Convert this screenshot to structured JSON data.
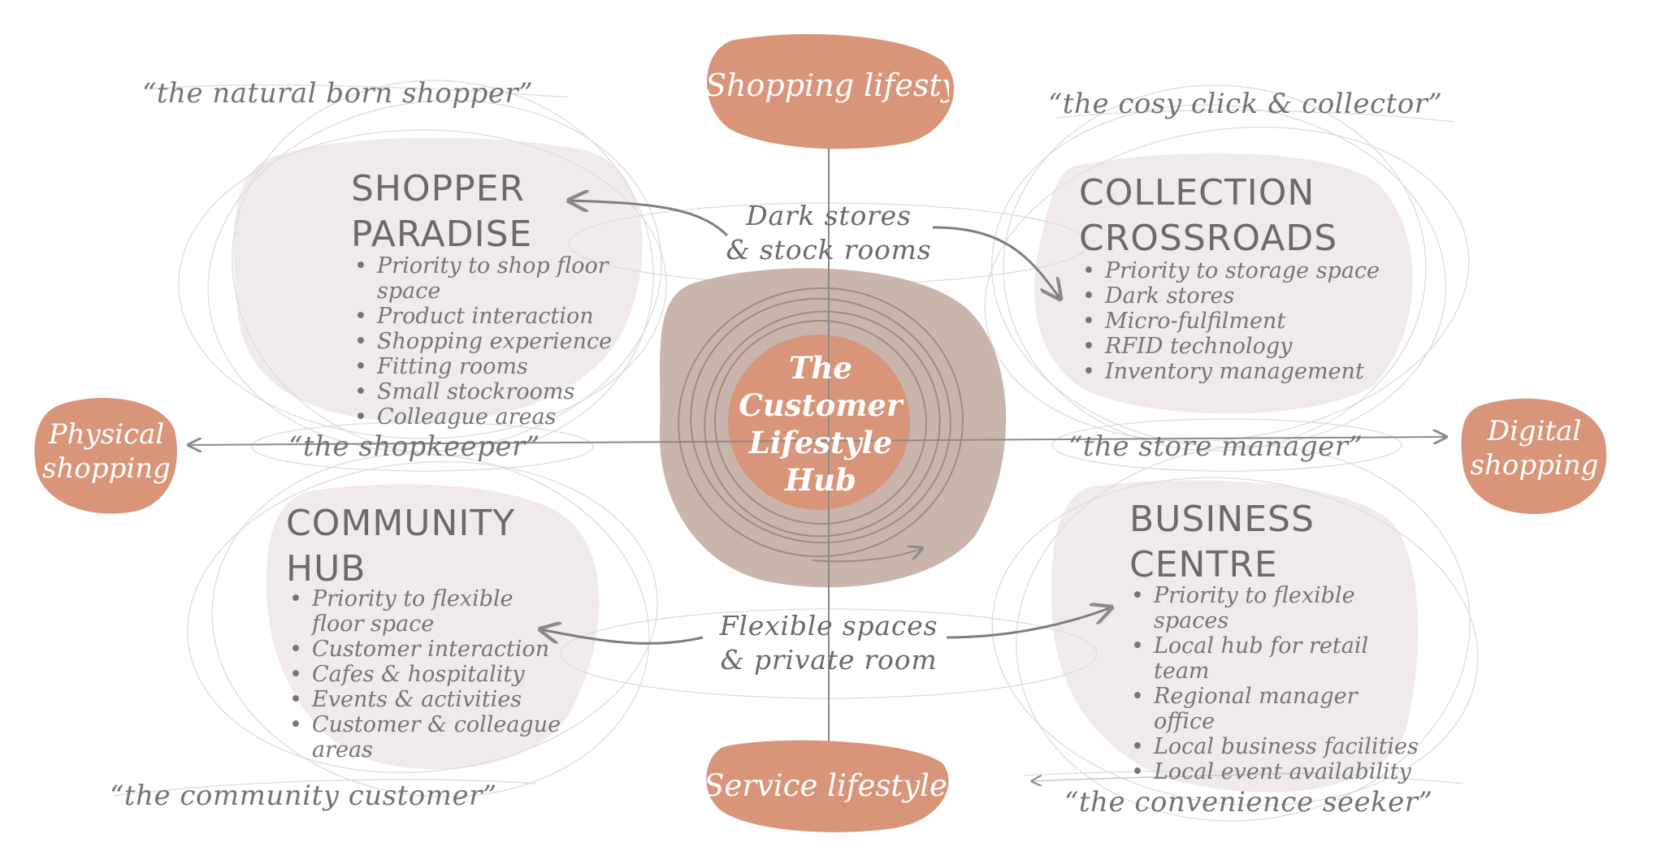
{
  "colors": {
    "accent": "#d9957a",
    "hub_ring": "#c9b5ab",
    "blob_fill": "#f0ebe8",
    "text": "#6f6f6f",
    "arrow": "#8a8a8a"
  },
  "center": {
    "lines": [
      "The",
      "Customer",
      "Lifestyle",
      "Hub"
    ]
  },
  "axes": {
    "top": "Shopping lifestyle",
    "bottom": "Service lifestyle",
    "left": [
      "Physical",
      "shopping"
    ],
    "right": [
      "Digital",
      "shopping"
    ]
  },
  "flows": {
    "top": [
      "Dark stores",
      "& stock rooms"
    ],
    "bottom": [
      "Flexible spaces",
      "& private room"
    ]
  },
  "quadrants": {
    "top_left": {
      "quote_top": "“the natural born shopper”",
      "title": [
        "SHOPPER",
        "PARADISE"
      ],
      "bullets": [
        "Priority to shop floor space",
        "Product interaction",
        "Shopping experience",
        "Fitting rooms",
        "Small stockrooms",
        "Colleague areas"
      ],
      "quote_bottom": "“the shopkeeper”"
    },
    "top_right": {
      "quote_top": "“the cosy click & collector”",
      "title": [
        "COLLECTION",
        "CROSSROADS"
      ],
      "bullets": [
        "Priority to storage space",
        "Dark stores",
        "Micro-fulfilment",
        "RFID technology",
        "Inventory management"
      ],
      "quote_bottom": "“the store manager”"
    },
    "bottom_left": {
      "title": [
        "COMMUNITY",
        "HUB"
      ],
      "bullets": [
        "Priority to flexible floor space",
        "Customer interaction",
        "Cafes & hospitality",
        "Events & activities",
        "Customer & colleague areas"
      ],
      "quote_bottom": "“the community customer”"
    },
    "bottom_right": {
      "title": [
        "BUSINESS",
        "CENTRE"
      ],
      "bullets": [
        "Priority to flexible spaces",
        "Local hub for retail team",
        "Regional manager office",
        "Local business facilities",
        "Local event availability"
      ],
      "quote_bottom": "“the convenience seeker”"
    }
  }
}
